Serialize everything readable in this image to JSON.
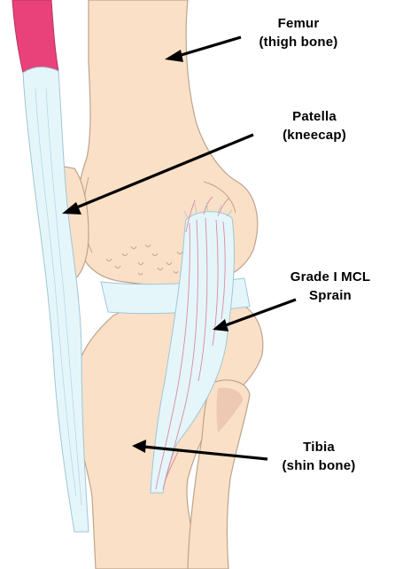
{
  "labels": {
    "femur": {
      "line1": "Femur",
      "line2": "(thigh bone)"
    },
    "patella": {
      "line1": "Patella",
      "line2": "(kneecap)"
    },
    "mcl": {
      "line1": "Grade I MCL",
      "line2": "Sprain"
    },
    "tibia": {
      "line1": "Tibia",
      "line2": "(shin bone)"
    }
  },
  "colors": {
    "bone": "#fae0c7",
    "bone_outline": "#bda48c",
    "ligament": "#e5f6fb",
    "ligament_outline": "#9fc6d6",
    "fiber_tear": "#d98aa0",
    "muscle": "#e9427a",
    "arrow": "#000000"
  }
}
